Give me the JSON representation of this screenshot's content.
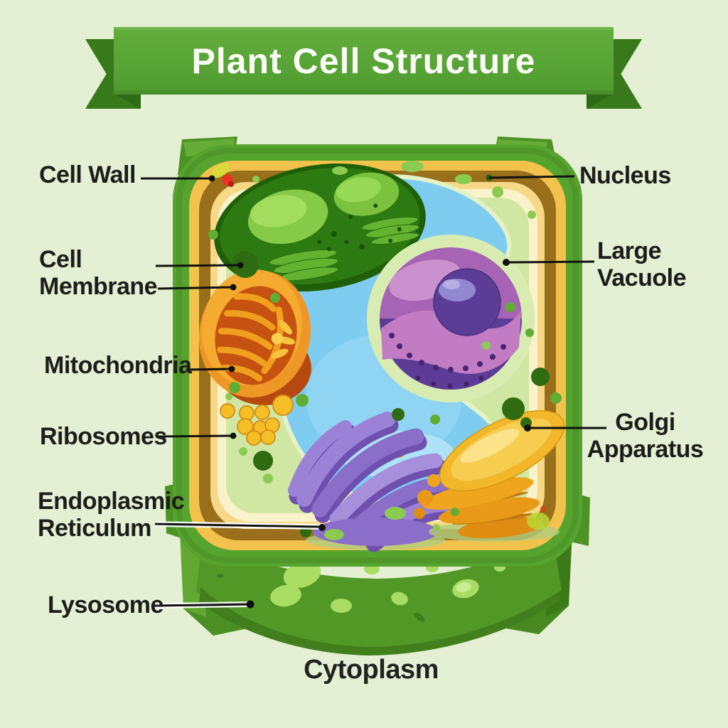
{
  "title": "Plant Cell Structure",
  "labels": {
    "cell_wall": "Cell Wall",
    "cell_membrane": "Cell\nMembrane",
    "mitochondria": "Mitochondria",
    "ribosomes": "Ribosomes",
    "endoplasmic_reticulum": "Endoplasmic\nReticulum",
    "lysosome": "Lysosome",
    "nucleus": "Nucleus",
    "large_vacuole": "Large\nVacuole",
    "golgi_apparatus": "Golgi\nApparatus",
    "cytoplasm": "Cytoplasm"
  },
  "colors": {
    "background": "#e4efd3",
    "banner_green": "#58a436",
    "banner_ribbon_dark": "#38791b",
    "banner_fold_dark": "#2e6b15",
    "title_text": "#fbfdf6",
    "label_text": "#1d1d1b",
    "leader_line": "#111111",
    "wall_green": "#57a32f",
    "wall_tab_green": "#4c9323",
    "membrane_gold": "#f2c24d",
    "membrane_brown": "#9a6f1c",
    "membrane_light_gold": "#f6d887",
    "membrane_cream": "#f9f2cb",
    "cytoplasm_green": "#cfe7a3",
    "skirt_green": "#529827",
    "skirt_spot_green": "#a9dc63",
    "chloroplast_dark_green": "#2e7a12",
    "chloroplast_light_green": "#86cb47",
    "vacuole_blue": "#7ecdf1",
    "vacuole_highlight": "#c6ebfa",
    "nucleus_purple": "#a763b4",
    "nucleus_dark_purple": "#5c3c96",
    "nucleolus_purple": "#5b3d96",
    "mitochondria_orange": "#ef9726",
    "mitochondria_inner": "#c65211",
    "ribosome_yellow": "#f6bf27",
    "er_purple": "#9c82d7",
    "golgi_gold": "#f2b72a",
    "granule_dark_green": "#2f6b10"
  }
}
